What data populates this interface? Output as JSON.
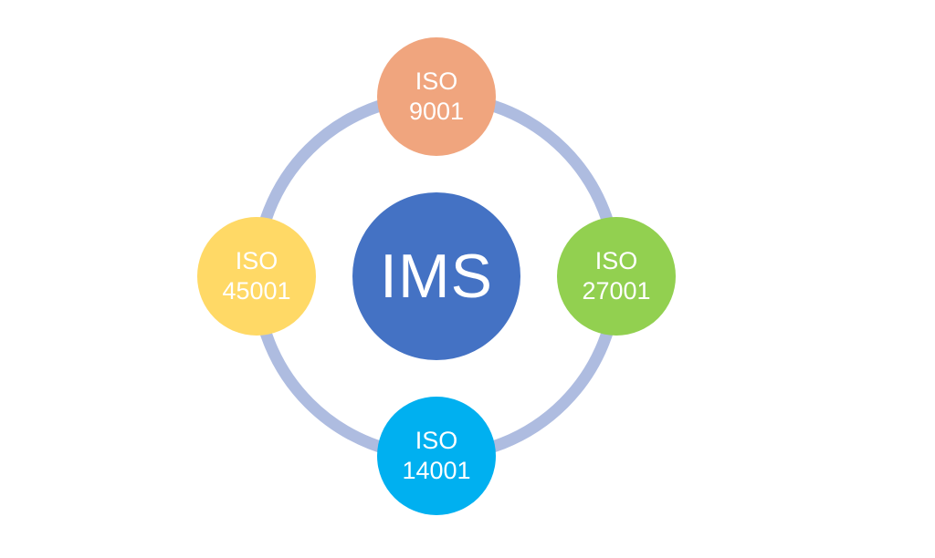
{
  "page": {
    "background_color": "#FFFFFF"
  },
  "diagram": {
    "description": "IMS integrated management system cycle diagram with four ISO standards",
    "ring": {
      "color": "#AEBCE0"
    },
    "center": {
      "label": "IMS",
      "color": "#4472C4",
      "text_color": "#FFFFFF"
    },
    "nodes": [
      {
        "id": "iso-9001",
        "line1": "ISO",
        "line2": "9001",
        "position": "top",
        "color": "#F0A57E",
        "text_color": "#FFFFFF"
      },
      {
        "id": "iso-27001",
        "line1": "ISO",
        "line2": "27001",
        "position": "right",
        "color": "#92D050",
        "text_color": "#FFFFFF"
      },
      {
        "id": "iso-14001",
        "line1": "ISO",
        "line2": "14001",
        "position": "bottom",
        "color": "#00B0F0",
        "text_color": "#FFFFFF"
      },
      {
        "id": "iso-45001",
        "line1": "ISO",
        "line2": "45001",
        "position": "left",
        "color": "#FFD966",
        "text_color": "#FFFFFF"
      }
    ]
  }
}
